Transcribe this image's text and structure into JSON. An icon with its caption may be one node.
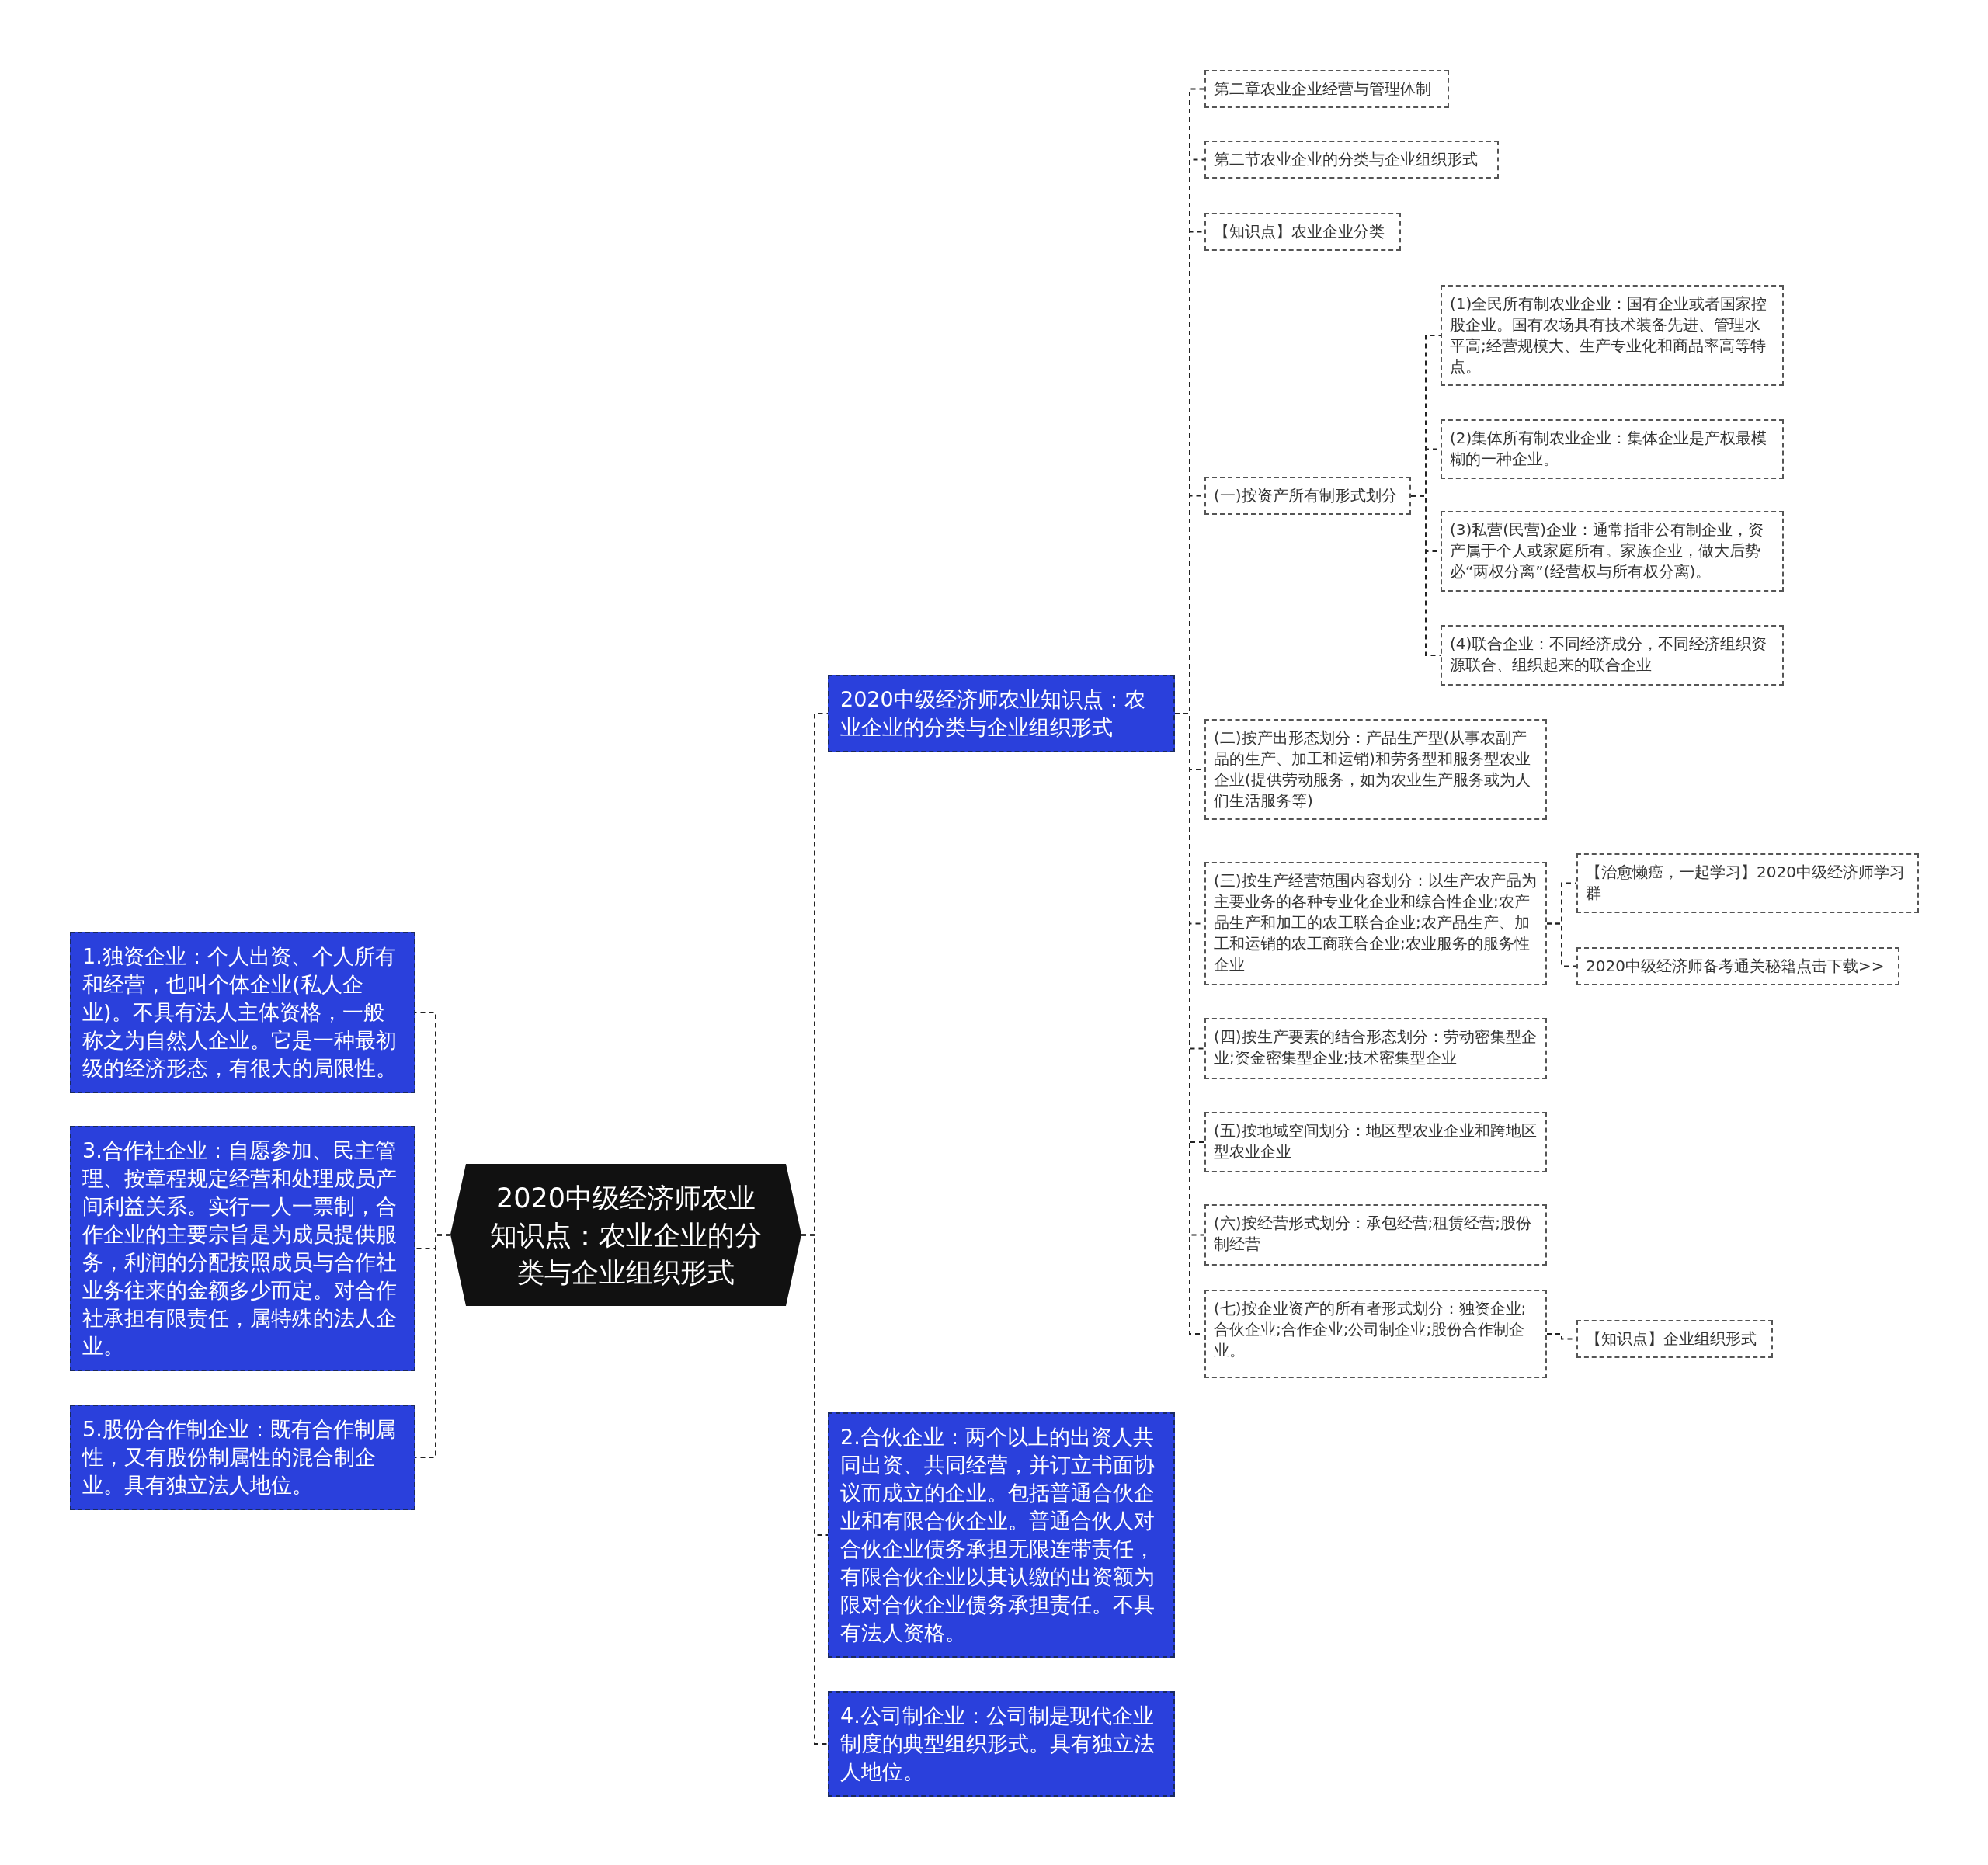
{
  "diagram": {
    "nodes": [
      {
        "text": [
          "2020中级经济师农业知识点：农业企业的分类与企业组织形式"
        ]
      },
      {
        "text": [
          "1.独资企业：个人出资、个人所有和经营，也叫个体企业(私人企业)。不具有法人主体资格，一般称之为自然人企业。它是一种最初级的经济形态，有很大的局限性。"
        ]
      },
      {
        "text": [
          "3.合作社企业：自愿参加、民主管理、按章程规定经营和处理成员产间利益关系。实行一人一票制，合作企业的主要宗旨是为成员提供服务，利润的分配按照成员与合作社业务往来的金额多少而定。对合作社承担有限责任，属特殊的法人企业。"
        ]
      },
      {
        "text": [
          "5.股份合作制企业：既有合作制属性，又有股份制属性的混合制企业。具有独立法人地位。"
        ]
      },
      {
        "text": [
          "2020中级经济师农业知识点：农业企业的分类与企业组织形式"
        ]
      },
      {
        "text": [
          "第二章农业企业经营与管理体制"
        ]
      },
      {
        "text": [
          "第二节农业企业的分类与企业组织形式"
        ]
      },
      {
        "text": [
          "【知识点】农业企业分类"
        ]
      },
      {
        "text": [
          "(一)按资产所有制形式划分"
        ]
      },
      {
        "text": [
          "(1)全民所有制农业企业：国有企业或者国家控股企业。国有农场具有技术装备先进、管理水平高;经营规模大、生产专业化和商品率高等特点。"
        ]
      },
      {
        "text": [
          "(2)集体所有制农业企业：集体企业是产权最模糊的一种企业。"
        ]
      },
      {
        "text": [
          "(3)私营(民营)企业：通常指非公有制企业，资产属于个人或家庭所有。家族企业，做大后势必“两权分离”(经营权与所有权分离)。"
        ]
      },
      {
        "text": [
          "(4)联合企业：不同经济成分，不同经济组织资源联合、组织起来的联合企业"
        ]
      },
      {
        "text": [
          "(二)按产出形态划分：产品生产型(从事农副产品的生产、加工和运销)和劳务型和服务型农业企业(提供劳动服务，如为农业生产服务或为人们生活服务等)"
        ]
      },
      {
        "text": [
          "(三)按生产经营范围内容划分：以生产农产品为主要业务的各种专业化企业和综合性企业;农产品生产和加工的农工联合企业;农产品生产、加工和运销的农工商联合企业;农业服务的服务性企业"
        ]
      },
      {
        "text": [
          "【治愈懒癌，一起学习】2020中级经济师学习群"
        ]
      },
      {
        "text": [
          "2020中级经济师备考通关秘籍点击下载>>"
        ]
      },
      {
        "text": [
          "(四)按生产要素的结合形态划分：劳动密集型企业;资金密集型企业;技术密集型企业"
        ]
      },
      {
        "text": [
          "(五)按地域空间划分：地区型农业企业和跨地区型农业企业"
        ]
      },
      {
        "text": [
          "(六)按经营形式划分：承包经营;租赁经营;股份制经营"
        ]
      },
      {
        "text": [
          "(七)按企业资产的所有者形式划分：独资企业;合伙企业;合作企业;公司制企业;股份合作制企业。"
        ]
      },
      {
        "text": [
          "【知识点】企业组织形式"
        ]
      },
      {
        "text": [
          "2.合伙企业：两个以上的出资人共同出资、共同经营，并订立书面协议而成立的企业。包括普通合伙企业和有限合伙企业。普通合伙人对合伙企业债务承担无限连带责任，有限合伙企业以其认缴的出资额为限对合伙企业债务承担责任。不具有法人资格。"
        ]
      },
      {
        "text": [
          "4.公司制企业：公司制是现代企业制度的典型组织形式。具有独立法人地位。"
        ]
      }
    ],
    "edges": [
      {
        "from": 0,
        "to": 1,
        "arrow": "none"
      },
      {
        "from": 0,
        "to": 2,
        "arrow": "none"
      },
      {
        "from": 0,
        "to": 3,
        "arrow": "none"
      },
      {
        "from": 0,
        "to": 4,
        "arrow": "none"
      },
      {
        "from": 4,
        "to": 5,
        "arrow": "none"
      },
      {
        "from": 4,
        "to": 6,
        "arrow": "none"
      },
      {
        "from": 4,
        "to": 7,
        "arrow": "none"
      },
      {
        "from": 4,
        "to": 8,
        "arrow": "none"
      },
      {
        "from": 8,
        "to": 9,
        "arrow": "none"
      },
      {
        "from": 8,
        "to": 10,
        "arrow": "none"
      },
      {
        "from": 8,
        "to": 11,
        "arrow": "none"
      },
      {
        "from": 8,
        "to": 12,
        "arrow": "none"
      },
      {
        "from": 4,
        "to": 13,
        "arrow": "none"
      },
      {
        "from": 4,
        "to": 14,
        "arrow": "none"
      },
      {
        "from": 14,
        "to": 15,
        "arrow": "none"
      },
      {
        "from": 14,
        "to": 16,
        "arrow": "none"
      },
      {
        "from": 4,
        "to": 17,
        "arrow": "none"
      },
      {
        "from": 4,
        "to": 18,
        "arrow": "none"
      },
      {
        "from": 4,
        "to": 19,
        "arrow": "none"
      },
      {
        "from": 4,
        "to": 20,
        "arrow": "none"
      },
      {
        "from": 20,
        "to": 21,
        "arrow": "none"
      },
      {
        "from": 0,
        "to": 22,
        "arrow": "none"
      },
      {
        "from": 0,
        "to": 23,
        "arrow": "none"
      }
    ]
  }
}
